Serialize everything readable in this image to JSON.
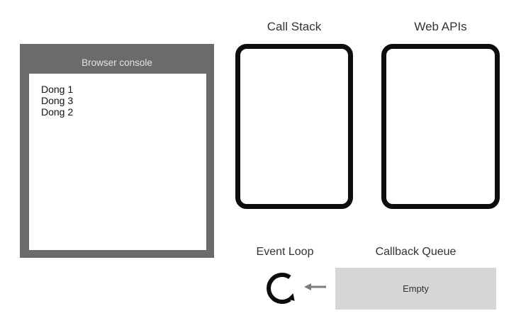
{
  "console": {
    "title": "Browser console",
    "lines": [
      "Dong 1",
      "Dong 3",
      "Dong 2"
    ]
  },
  "call_stack": {
    "label": "Call Stack"
  },
  "web_apis": {
    "label": "Web APIs"
  },
  "event_loop": {
    "label": "Event Loop",
    "icon": "clockwise-loop-arrow-icon"
  },
  "callback_queue": {
    "label": "Callback Queue",
    "content": "Empty"
  },
  "arrow": {
    "icon": "left-arrow-icon",
    "direction": "left"
  },
  "colors": {
    "console_frame": "#6b6b6b",
    "console_title_text": "#e3e3e3",
    "console_text": "#111111",
    "box_border": "#0d0d0d",
    "label_text": "#333333",
    "queue_fill": "#d6d6d6",
    "arrow_gray": "#7d7d7d"
  }
}
